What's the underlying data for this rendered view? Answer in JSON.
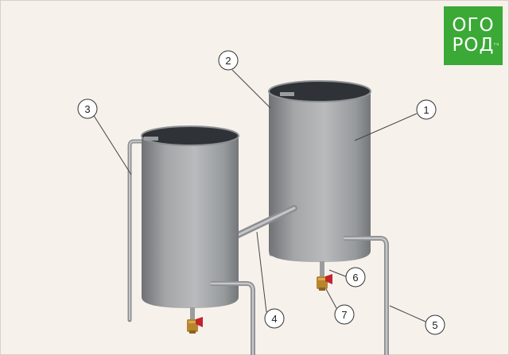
{
  "logo": {
    "line1": "ОГО",
    "line2": "РОД",
    "suffix": "ru"
  },
  "callouts": [
    "1",
    "2",
    "3",
    "4",
    "5",
    "6",
    "7"
  ],
  "colors": {
    "background": "#f7f1ec",
    "tank_light": "#b4b6b8",
    "tank_dark": "#6f7275",
    "tank_inside": "#2f3236",
    "pipe": "#a7a9ab",
    "valve_red": "#c0242c",
    "valve_brass": "#b5862d",
    "logo_green": "#3aa936"
  }
}
